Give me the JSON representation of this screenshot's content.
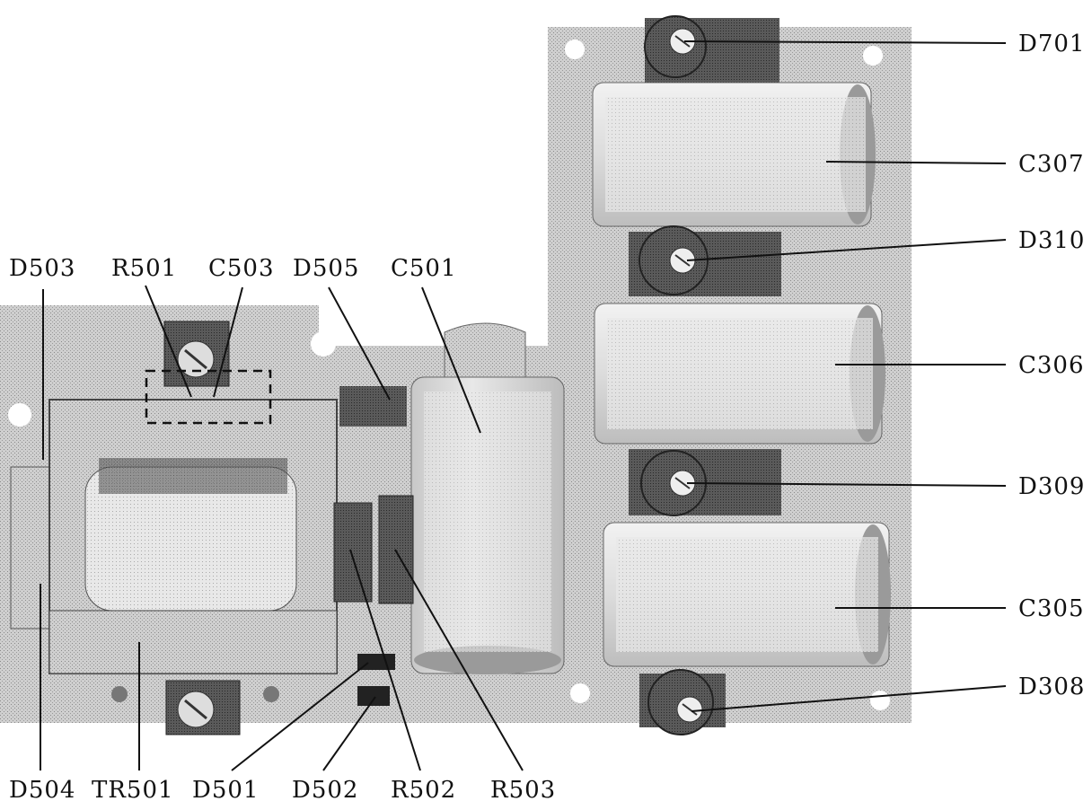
{
  "labels": {
    "D701": "D701",
    "C307": "C307",
    "D310": "D310",
    "C306": "C306",
    "D309": "D309",
    "C305": "C305",
    "D308": "D308",
    "D503": "D503",
    "R501": "R501",
    "C503": "C503",
    "D505": "D505",
    "C501": "C501",
    "D504": "D504",
    "TR501": "TR501",
    "D501": "D501",
    "D502": "D502",
    "R502": "R502",
    "R503": "R503"
  },
  "colors": {
    "board": "#c9c9c9",
    "board_dark": "#a8a8a8",
    "capacitor_body": "#e6e6e6",
    "component_dark": "#3a3a3a",
    "ink": "#111111"
  }
}
